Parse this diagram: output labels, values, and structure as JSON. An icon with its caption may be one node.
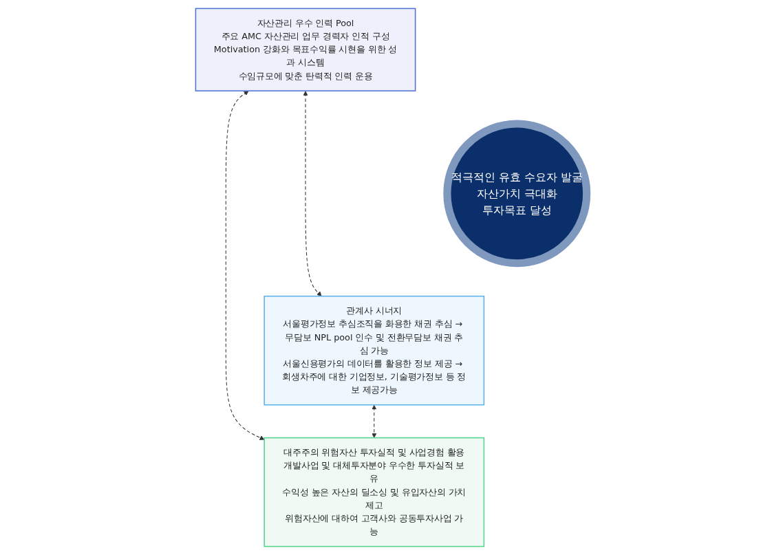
{
  "diagram": {
    "nodes": [
      {
        "text": [
          "자산관리 우수 인력 Pool",
          "주요 AMC 자산관리 업무 경력자 인적 구성",
          "Motivation 강화와 목표수익률 시현을 위한 성과 시스템",
          "수임규모에 맞춘 탄력적 인력 운용"
        ]
      },
      {
        "text": [
          "적극적인 유효 수요자 발굴",
          "자산가치 극대화",
          "투자목표 달성"
        ]
      },
      {
        "text": [
          "관계사 시너지",
          "서울평가정보 추심조직을 화용한 채권 추심 → 무담보 NPL pool 인수 및 전환무담보 채권 추심 가능",
          "서울신용평가의 데이터를 활용한 정보 제공 → 회생차주에 대한 기업정보, 기술평가정보 등 정보 제공가능"
        ]
      },
      {
        "text": [
          "대주주의 위험자산 투자실적 및 사업경험 활용",
          "개발사업 및 대체투자분야 우수한 투자실적 보유",
          "수익성 높은 자산의 딜소싱 및 유입자산의 가치제고",
          "위험자산에 대하여 고객사와 공동투자사업 가능"
        ]
      }
    ],
    "edges": [
      {
        "from": 0,
        "to": 2,
        "arrow": "both",
        "style": "dashed"
      },
      {
        "from": 0,
        "to": 3,
        "arrow": "both",
        "style": "dashed"
      },
      {
        "from": 2,
        "to": 3,
        "arrow": "both",
        "style": "dashed"
      }
    ]
  }
}
